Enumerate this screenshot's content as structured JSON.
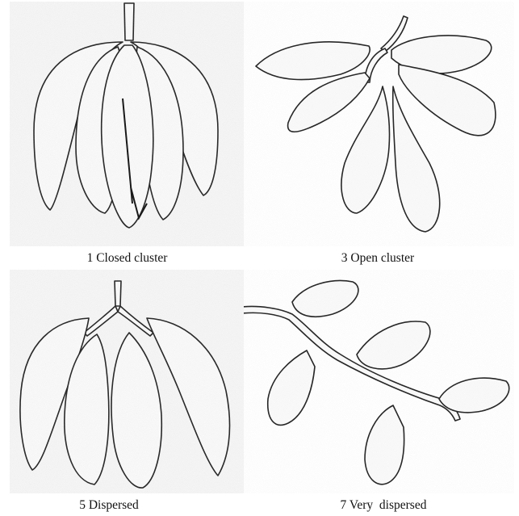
{
  "figure": {
    "panels": [
      {
        "id": "p1",
        "caption": "1 Closed cluster"
      },
      {
        "id": "p2",
        "caption": "3 Open cluster"
      },
      {
        "id": "p3",
        "caption": "5 Dispersed"
      },
      {
        "id": "p4",
        "caption": "7 Very  dispersed"
      }
    ]
  }
}
